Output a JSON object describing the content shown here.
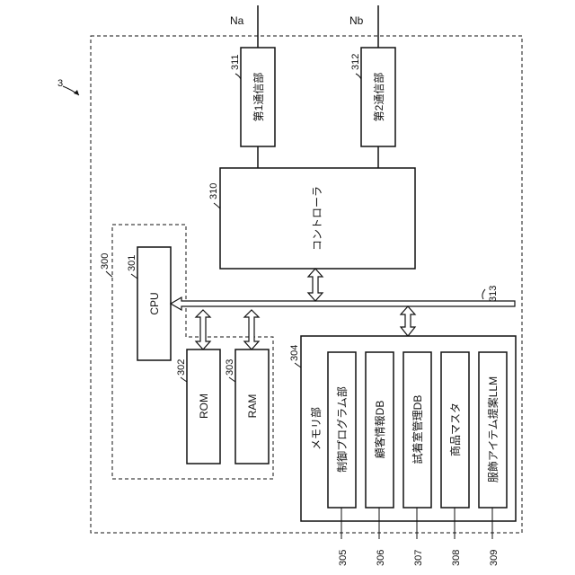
{
  "figure_ref": "3",
  "signals": {
    "a": "Na",
    "b": "Nb"
  },
  "blocks": {
    "comm1": {
      "ref": "311",
      "label": "第1通信部"
    },
    "comm2": {
      "ref": "312",
      "label": "第2通信部"
    },
    "controller": {
      "ref": "310",
      "label": "コントローラ"
    },
    "processor_group": {
      "ref": "300"
    },
    "cpu": {
      "ref": "301",
      "label": "CPU"
    },
    "rom": {
      "ref": "302",
      "label": "ROM"
    },
    "ram": {
      "ref": "303",
      "label": "RAM"
    },
    "bus": {
      "ref": "313"
    },
    "memory": {
      "ref": "304",
      "label": "メモリ部"
    }
  },
  "memory_items": [
    {
      "ref": "305",
      "label": "制御プログラム部"
    },
    {
      "ref": "306",
      "label": "顧客情報DB"
    },
    {
      "ref": "307",
      "label": "試着室管理DB"
    },
    {
      "ref": "308",
      "label": "商品マスタ"
    },
    {
      "ref": "309",
      "label": "服飾アイテム提案LLM"
    }
  ]
}
